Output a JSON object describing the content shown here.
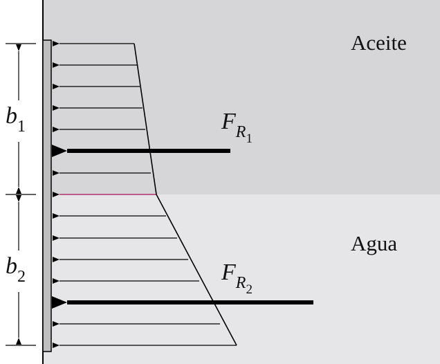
{
  "layers": [
    {
      "name": "Aceite",
      "color": "#d6d6d8"
    },
    {
      "name": "Agua",
      "color": "#e6e6e8"
    }
  ],
  "dimensions": [
    {
      "symbol": "b",
      "subscript": "1"
    },
    {
      "symbol": "b",
      "subscript": "2"
    }
  ],
  "forces": [
    {
      "symbol": "F",
      "sub": "R",
      "subsub": "1"
    },
    {
      "symbol": "F",
      "sub": "R",
      "subsub": "2"
    }
  ],
  "colors": {
    "wall": "#bfbfbf",
    "lines": "#000000",
    "interface": "#b0306a"
  }
}
